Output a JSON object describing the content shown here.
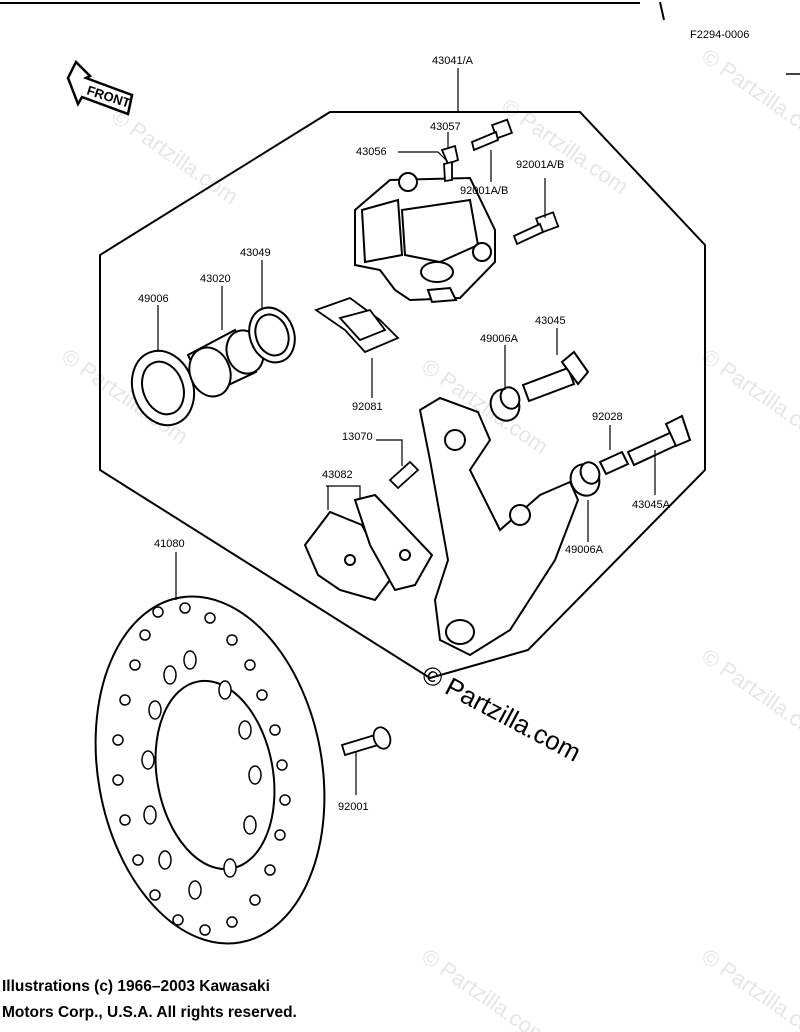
{
  "figure_id": "F2294-0006",
  "front_label": "FRONT",
  "watermark": "© Partzilla.com",
  "copyright": {
    "line1": "Illustrations (c) 1966–2003 Kawasaki",
    "line2": "Motors Corp., U.S.A.  All rights reserved."
  },
  "parts": {
    "p43041": "43041/A",
    "p43057": "43057",
    "p43056": "43056",
    "p92001ab_1": "92001A/B",
    "p92001ab_2": "92001A/B",
    "p43049": "43049",
    "p43020": "43020",
    "p49006": "49006",
    "p43045": "43045",
    "p49006a_1": "49006A",
    "p92081": "92081",
    "p13070": "13070",
    "p92028": "92028",
    "p43082": "43082",
    "p43045a": "43045A",
    "p49006a_2": "49006A",
    "p41080": "41080",
    "p92001": "92001"
  }
}
